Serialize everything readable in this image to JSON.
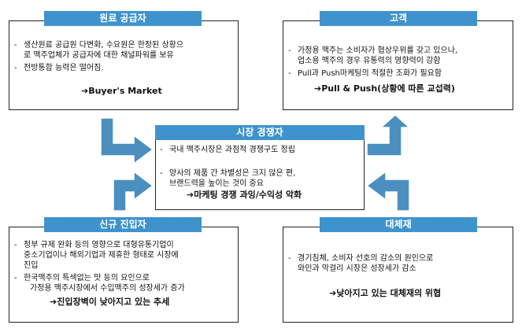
{
  "supply": {
    "title": "원료 공급자",
    "bullets": [
      [
        "생산원료 공급원 다변화, 수요원은 한정된 상황으",
        "로 맥주업체가 공급자에 대한 채널파워를 보유"
      ],
      [
        "전방통합 능력은 떨어짐."
      ]
    ],
    "conclusion": "➔Buyer's Market"
  },
  "customer": {
    "title": "고객",
    "bullets": [
      [
        "가정용 맥주는 소비자가 협상우위를 갖고 있으나,",
        "업소용 맥주의 경우 유통력의 영향력이 강함"
      ],
      [
        "Pull과 Push마케팅의 적절한 조화가 필요함"
      ]
    ],
    "conclusion": "➔Pull & Push(상황에 따른 교섭력)"
  },
  "rivalry": {
    "title": "시장 경쟁자",
    "bullets": [
      [
        "국내 맥주시장은 과점적 경쟁구도 정립"
      ],
      [
        "양사의 제품 간 차별성은 크지 않은 편,",
        "브랜드력을 높이는 것이 중요"
      ]
    ],
    "conclusion": "➔마케팅 경쟁 과잉/수익성 악화"
  },
  "entrant": {
    "title": "신규 진입자",
    "bullets": [
      [
        "정부 규제 완화 등의 영향으로 대형유통기업이",
        "중소기업이나 해외기업과 제휴한 형태로 시장에",
        "진입"
      ],
      [
        "한국맥주의 특색없는 맛 등의 요인으로",
        "가정용 맥주시장에서 수입맥주의 성장세가 증가"
      ]
    ],
    "conclusion": "➔진입장벽이 낮아지고 있는 추세"
  },
  "substitute": {
    "title": "대체재",
    "bullets": [
      [
        "경기침체, 소비자 선호의 감소의 원인으로",
        "와인과 막걸리 시장은 성장세가 감소"
      ]
    ],
    "conclusion": "➔낮아지고 있는 대체재의 위협"
  },
  "colors": {
    "header": "#3f93cc",
    "arrow": "#4a8fc0",
    "border": "#222222"
  }
}
